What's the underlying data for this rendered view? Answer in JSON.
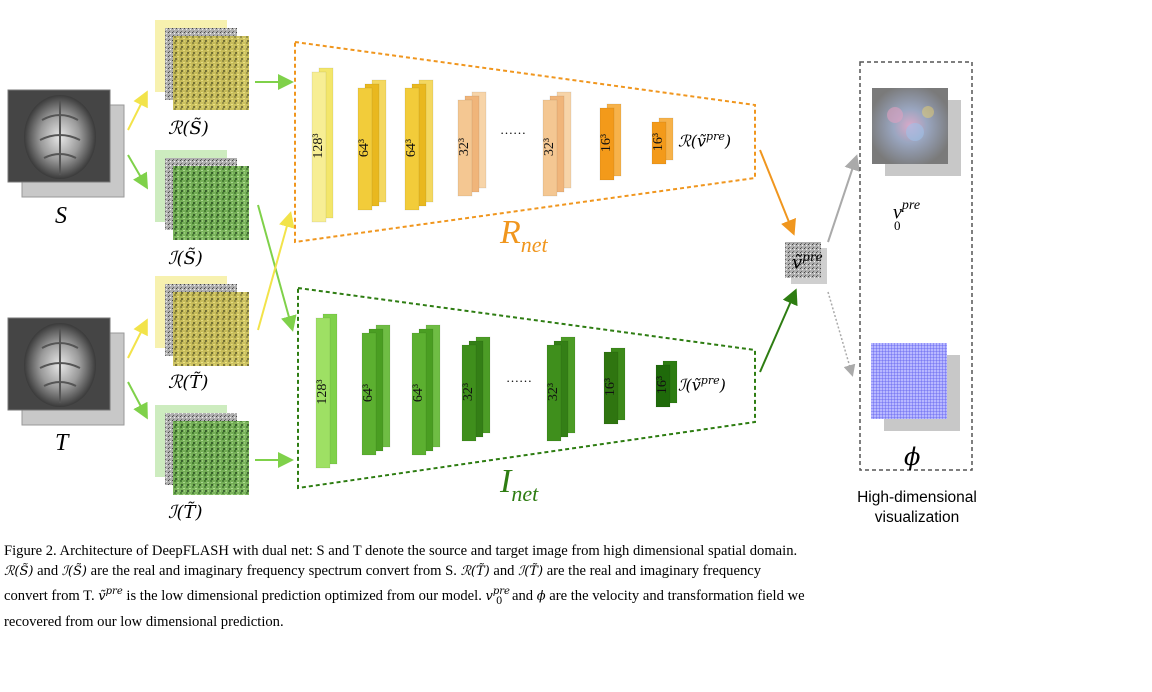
{
  "labels": {
    "S": "S",
    "T": "T",
    "real_S": "ℛ(S̃)",
    "imag_S": "ℐ(S̃)",
    "real_T": "ℛ(T̃)",
    "imag_T": "ℐ(T̃)",
    "r_out": "ℛ(ṽ",
    "i_out": "ℐ(ṽ",
    "pre": "pre",
    "v_tilde": "ṽ",
    "v0": "v",
    "v0_sub": "0",
    "phi": "ϕ",
    "r_net": "R",
    "i_net": "I",
    "net_sub": "net",
    "ellipsis": "……",
    "vis_line1": "High-dimensional",
    "vis_line2": "visualization"
  },
  "r_layers": [
    "128³",
    "64³",
    "64³",
    "32³",
    "32³",
    "16³",
    "16³"
  ],
  "i_layers": [
    "128³",
    "64³",
    "64³",
    "32³",
    "32³",
    "16³",
    "16³"
  ],
  "colors": {
    "r_net": "#f0961e",
    "i_net": "#2e7d12",
    "arrow_yellow": "#f2e34a",
    "arrow_green": "#7fd14a",
    "r_box": "#f0961e",
    "i_box": "#3a8a1a",
    "vis_box": "#555555"
  },
  "caption": {
    "l1": "Figure 2. Architecture of DeepFLASH with dual net: S and T denote the source and target image from high dimensional spatial domain.",
    "l2a": "ℛ(S̃)",
    "l2b": " and ",
    "l2c": "ℐ(S̃)",
    "l2d": " are the real and imaginary frequency spectrum convert from S. ",
    "l2e": "ℛ(T̃)",
    "l2f": " and ",
    "l2g": "ℐ(T̃)",
    "l2h": " are the real and imaginary frequency",
    "l3a": "convert from T. ",
    "l3b": "ṽ",
    "l3c": "pre",
    "l3d": " is the low dimensional prediction optimized from our model. ",
    "l3e": "v",
    "l3f": "pre",
    "l3g": "0",
    "l3h": " and ",
    "l3i": "ϕ",
    "l3j": " are the velocity and transformation field we",
    "l4": "recovered from our low dimensional prediction."
  }
}
